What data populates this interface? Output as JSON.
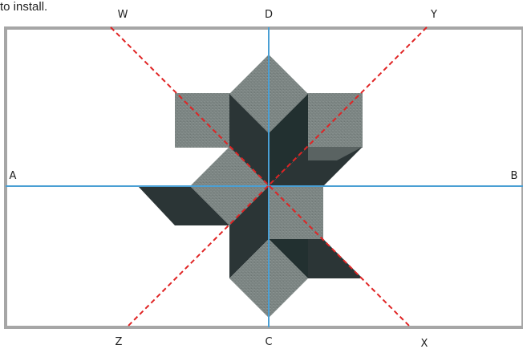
{
  "caption_fragment": "to install.",
  "axis_labels": {
    "w": "W",
    "d": "D",
    "y": "Y",
    "a": "A",
    "b": "B",
    "z": "Z",
    "c": "C",
    "x": "X"
  },
  "colors": {
    "frame": "#a6a6a6",
    "axis_line": "#4a9fd4",
    "diagonal_line": "#e02424",
    "tile_light": "#7b8482",
    "tile_mid": "#5a6362",
    "tile_dark": "#2b3536",
    "tile_darker": "#223030"
  }
}
